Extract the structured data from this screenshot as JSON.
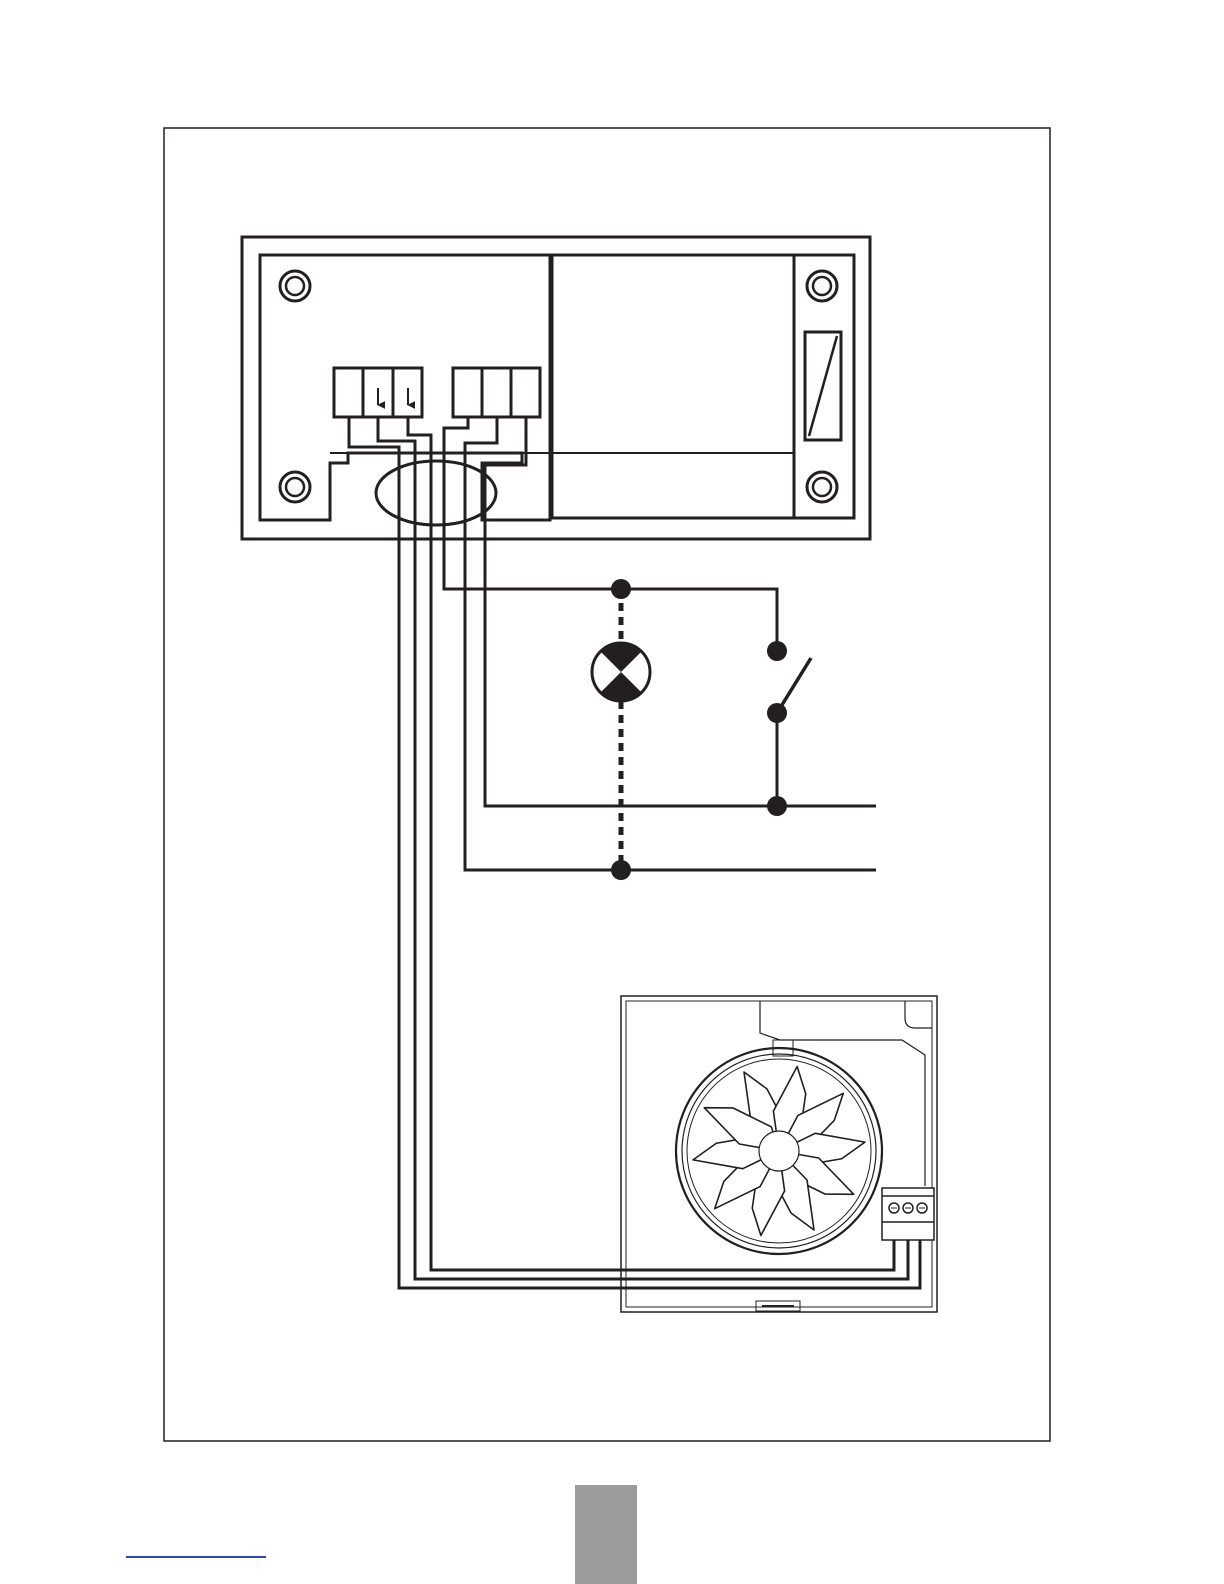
{
  "colors": {
    "stroke": "#231f20",
    "background": "#ffffff",
    "page_tab": "#9c9c9c",
    "footer_rule": "#2b45c8"
  },
  "components": {
    "controller": {
      "mount_holes": 4,
      "terminal_blocks": 2,
      "terminals_per_block": 3,
      "earth_terminals": 2
    },
    "lamp": {
      "icon": "lamp-icon"
    },
    "switch": {
      "icon": "switch-icon",
      "state": "open"
    },
    "fan": {
      "icon": "fan-icon",
      "blades": 10,
      "terminals": 3
    },
    "cable_gland": {
      "icon": "cable-gland-icon"
    }
  },
  "supply_lines": 2,
  "fan_cable_conductors": 3
}
